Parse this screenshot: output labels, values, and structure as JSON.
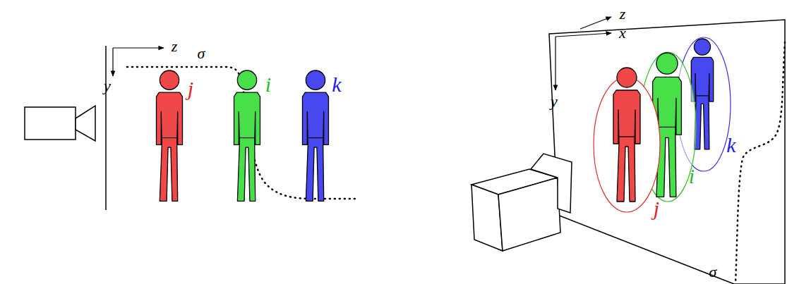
{
  "diagram": {
    "labels": [
      "z",
      "y",
      "σ",
      "j",
      "i",
      "k",
      "z",
      "x",
      "y",
      "k",
      "i",
      "j",
      "σ"
    ]
  }
}
